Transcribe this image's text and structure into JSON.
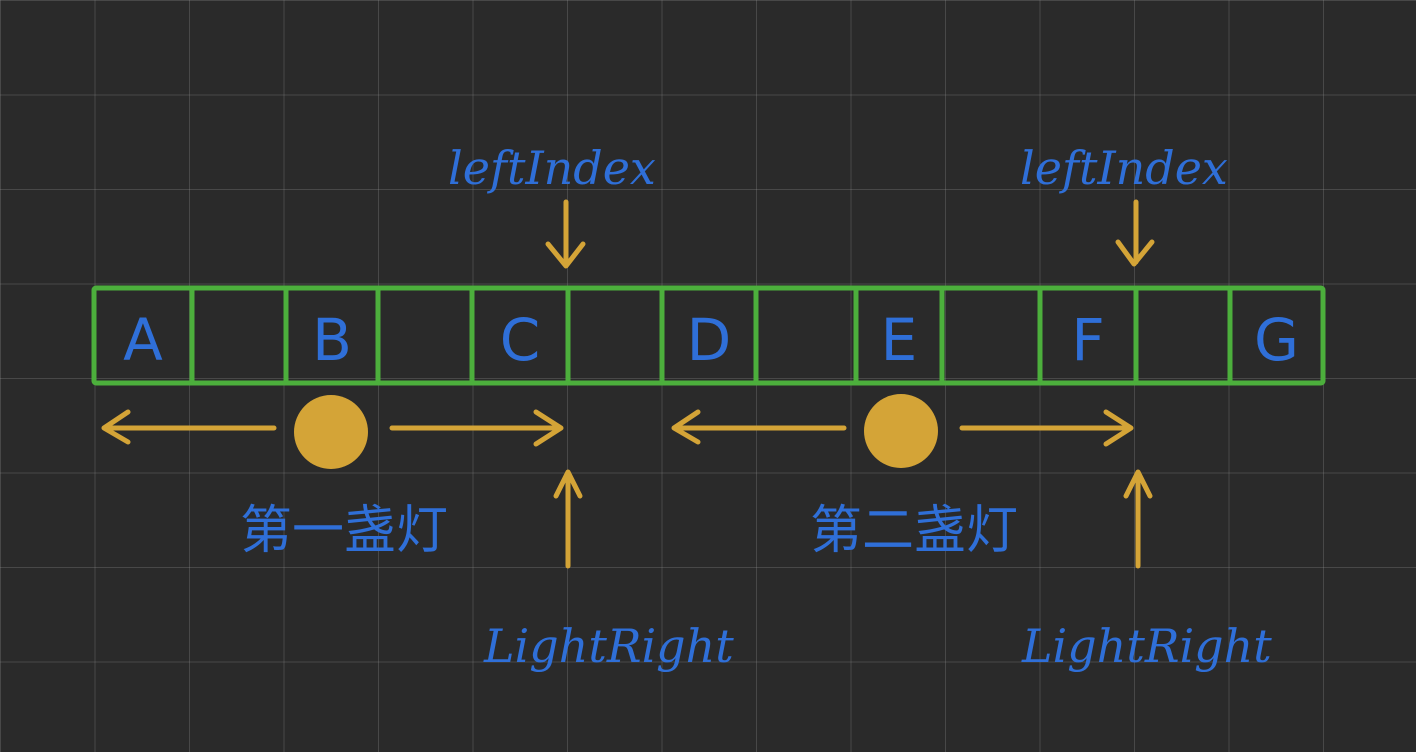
{
  "cells": [
    "A",
    "",
    "B",
    "",
    "C",
    "",
    "D",
    "",
    "E",
    "",
    "F",
    "",
    "G"
  ],
  "groups": [
    {
      "left_index_label": "leftIndex",
      "lamp_label": "第一盏灯",
      "light_right_label": "LightRight"
    },
    {
      "left_index_label": "leftIndex",
      "lamp_label": "第二盏灯",
      "light_right_label": "LightRight"
    }
  ],
  "colors": {
    "background": "#2a2a2a",
    "grid": "#5a5a5a",
    "cell_border": "#4caf3c",
    "lamp": "#d4a437",
    "arrow": "#d4a437",
    "text": "#2f6fd8"
  }
}
